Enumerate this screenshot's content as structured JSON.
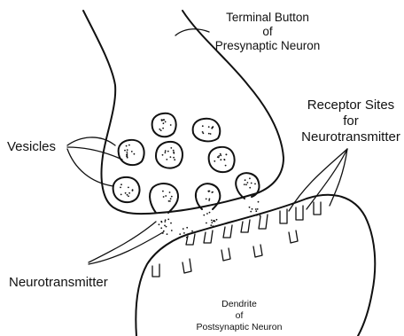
{
  "labels": {
    "terminal_button": [
      "Terminal Button",
      "of",
      "Presynaptic Neuron"
    ],
    "vesicles": "Vesicles",
    "receptor_sites": [
      "Receptor Sites",
      "for",
      "Neurotransmitter"
    ],
    "neurotransmitter": "Neurotransmitter",
    "dendrite": [
      "Dendrite",
      "of",
      "Postsynaptic Neuron"
    ]
  }
}
